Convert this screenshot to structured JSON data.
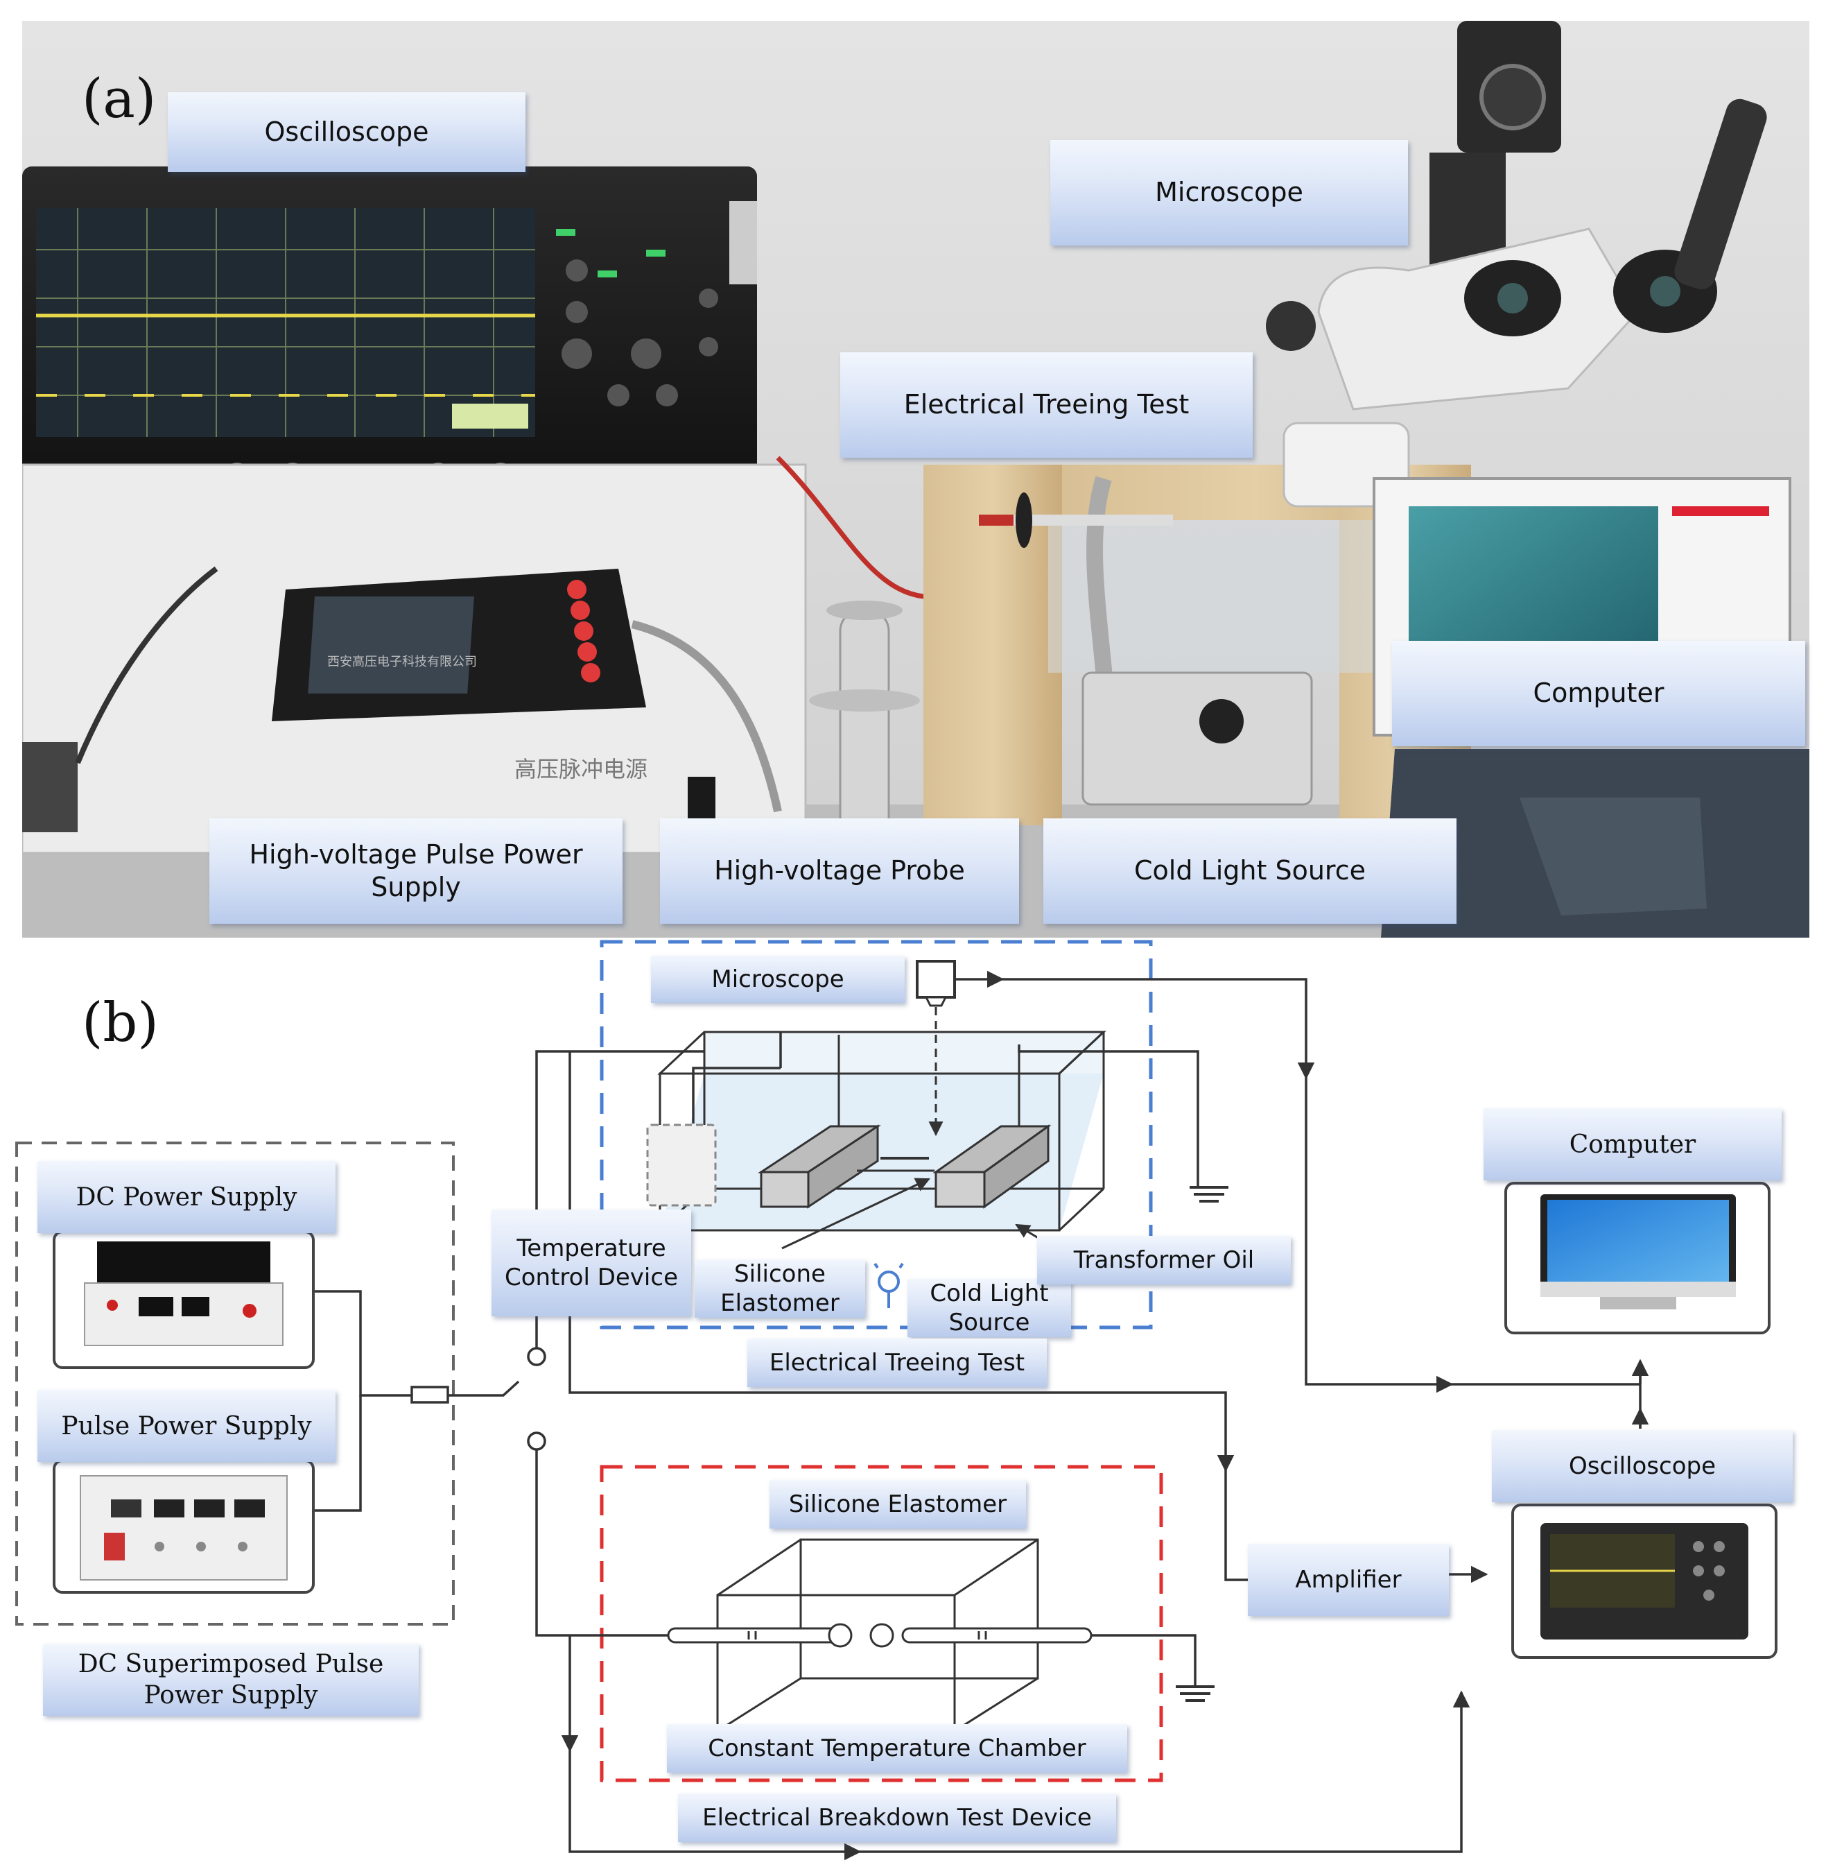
{
  "panel_a": {
    "letter": "(a)",
    "labels": {
      "oscilloscope": "Oscilloscope",
      "microscope": "Microscope",
      "electrical_treeing_test": "Electrical Treeing Test",
      "computer": "Computer",
      "hv_pulse_power_supply": "High-voltage Pulse Power\nSupply",
      "hv_probe": "High-voltage Probe",
      "cold_light_source": "Cold Light Source"
    },
    "photo_text": {
      "box_brand": "西安高压电子科技有限公司",
      "psu_brand": "高压脉冲电源"
    }
  },
  "panel_b": {
    "letter": "(b)",
    "labels": {
      "microscope": "Microscope",
      "computer": "Computer",
      "dc_power_supply": "DC Power Supply",
      "pulse_power_supply": "Pulse Power Supply",
      "dc_superimposed": "DC Superimposed Pulse\nPower Supply",
      "temperature_control": "Temperature\nControl Device",
      "silicone_elastomer_top": "Silicone\nElastomer",
      "cold_light_source": "Cold Light\nSource",
      "transformer_oil": "Transformer Oil",
      "electrical_treeing_test": "Electrical Treeing Test",
      "oscilloscope": "Oscilloscope",
      "amplifier": "Amplifier",
      "silicone_elastomer_bottom": "Silicone Elastomer",
      "constant_temperature_chamber": "Constant Temperature Chamber",
      "electrical_breakdown_test_device": "Electrical Breakdown Test Device"
    }
  },
  "colors": {
    "label_top": "#f2f6fd",
    "label_bottom": "#b9cbec",
    "blue_dash": "#4a7ed0",
    "red_dash": "#e03030",
    "grey_dash": "#666666",
    "wire": "#333333"
  }
}
